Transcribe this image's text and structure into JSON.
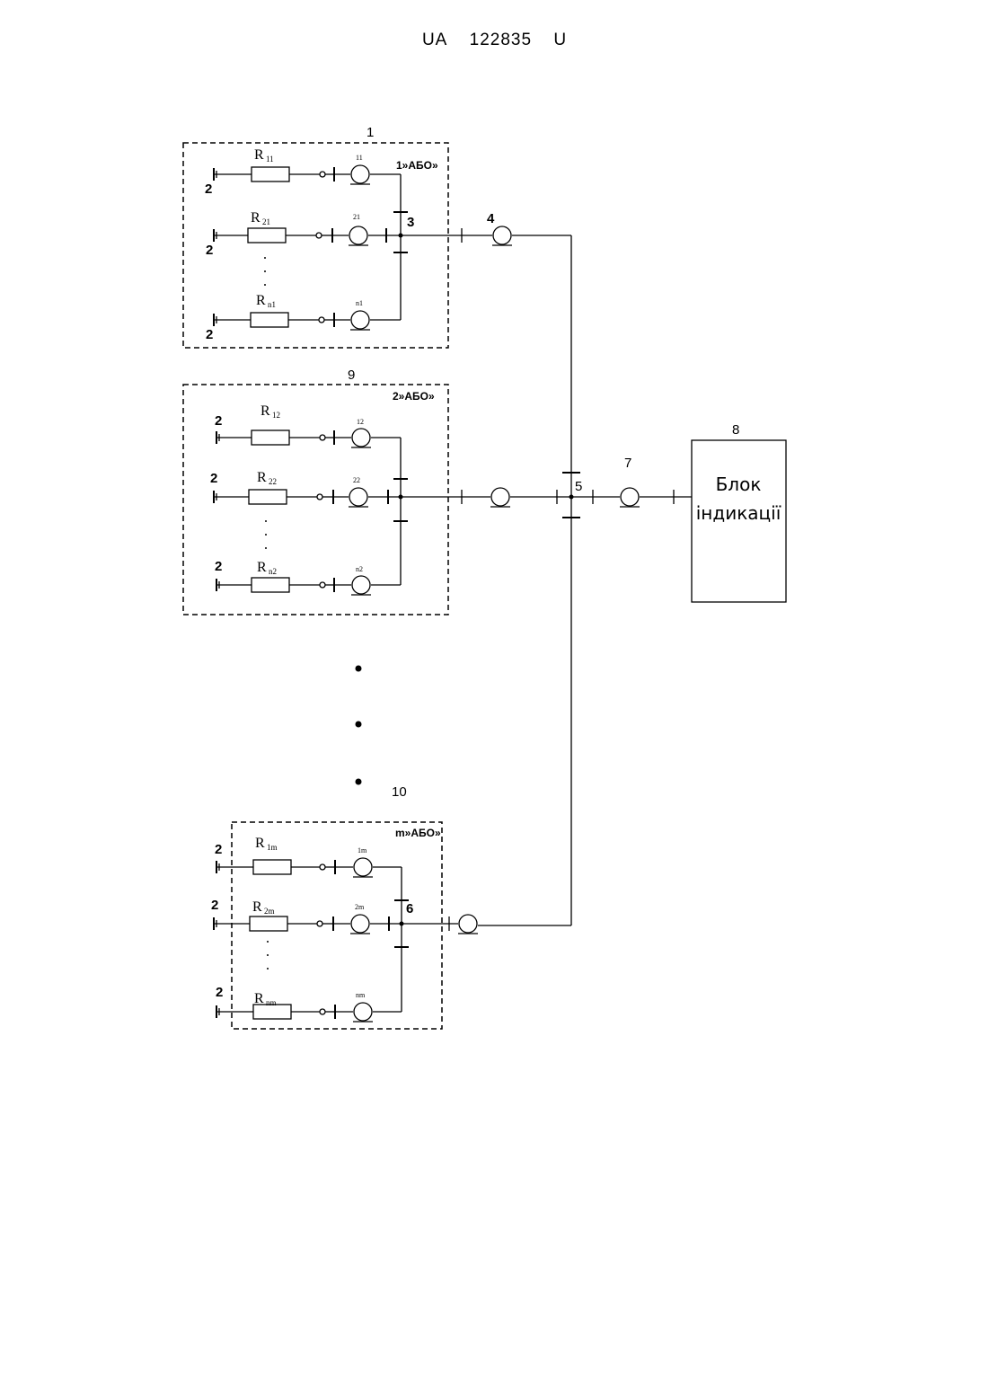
{
  "header": {
    "country": "UA",
    "number": "122835",
    "kind": "U"
  },
  "labels": {
    "n1": "1",
    "n2": "2",
    "n3": "3",
    "n4": "4",
    "n5": "5",
    "n6": "6",
    "n7": "7",
    "n8": "8",
    "n9": "9",
    "n10": "10"
  },
  "groups": [
    {
      "id": "1",
      "title": "1»АБО»",
      "rows": [
        {
          "resistor": "R",
          "sub": "11",
          "sensor": "11",
          "ground": "2"
        },
        {
          "resistor": "R",
          "sub": "21",
          "sensor": "21",
          "ground": "2"
        },
        {
          "resistor": "R",
          "sub": "n1",
          "sensor": "n1",
          "ground": "2"
        }
      ]
    },
    {
      "id": "9",
      "title": "2»АБО»",
      "rows": [
        {
          "resistor": "R",
          "sub": "12",
          "sensor": "12",
          "ground": "2"
        },
        {
          "resistor": "R",
          "sub": "22",
          "sensor": "22",
          "ground": "2"
        },
        {
          "resistor": "R",
          "sub": "n2",
          "sensor": "n2",
          "ground": "2"
        }
      ]
    },
    {
      "id": "10",
      "title": "m»АБО»",
      "rows": [
        {
          "resistor": "R",
          "sub": "1m",
          "sensor": "1m",
          "ground": "2"
        },
        {
          "resistor": "R",
          "sub": "2m",
          "sensor": "2m",
          "ground": "2"
        },
        {
          "resistor": "R",
          "sub": "nm",
          "sensor": "nm",
          "ground": "2"
        }
      ]
    }
  ],
  "indicator_block": {
    "line1": "Блок",
    "line2": "індикації"
  },
  "ellipsis": "· · ·"
}
